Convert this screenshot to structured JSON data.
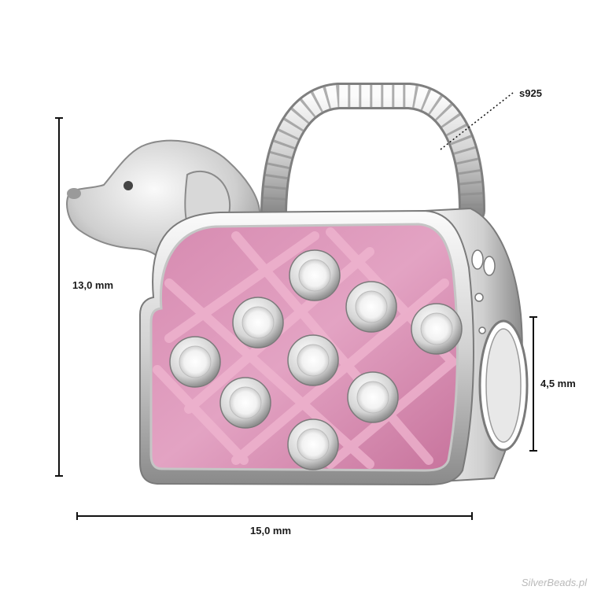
{
  "annotations": {
    "height_label": "13,0 mm",
    "width_label": "15,0 mm",
    "hole_label": "4,5 mm",
    "material_label": "s925"
  },
  "watermark": "SilverBeads.pl",
  "colors": {
    "silver_light": "#f4f4f4",
    "silver_mid": "#c9c9c9",
    "silver_dark": "#7d7d7d",
    "enamel_pink": "#d98bb0",
    "enamel_pink_dark": "#b8648c",
    "crystal": "#ffffff",
    "dimension_line": "#111111"
  }
}
